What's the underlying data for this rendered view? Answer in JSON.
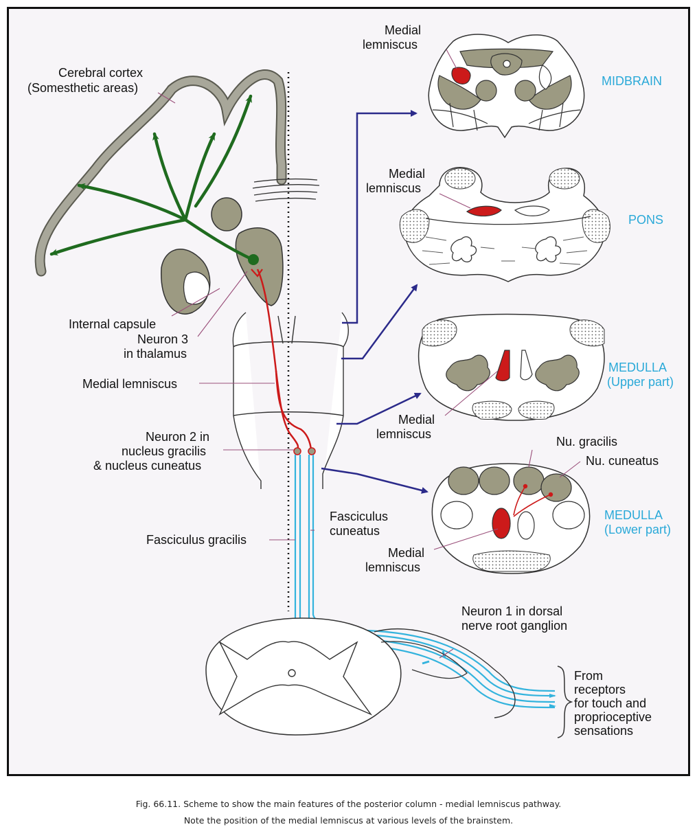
{
  "labels": {
    "cerebral_cortex": "Cerebral cortex",
    "somesthetic_areas": "(Somesthetic areas)",
    "internal_capsule": "Internal capsule",
    "neuron3_line1": "Neuron 3",
    "neuron3_line2": "in thalamus",
    "medial_lemniscus": "Medial lemniscus",
    "neuron2_line1": "Neuron 2 in",
    "neuron2_line2": "nucleus gracilis",
    "neuron2_line3": "& nucleus cuneatus",
    "fasciculus_gracilis": "Fasciculus gracilis",
    "fasciculus_cuneatus_line1": "Fasciculus",
    "fasciculus_cuneatus_line2": "cuneatus",
    "neuron1_line1": "Neuron 1 in dorsal",
    "neuron1_line2": "nerve root ganglion",
    "from_line1": "From",
    "from_line2": "receptors",
    "from_line3": "for touch and",
    "from_line4": "proprioceptive",
    "from_line5": "sensations",
    "ml_word1": "Medial",
    "ml_word2": "lemniscus",
    "nu_gracilis": "Nu. gracilis",
    "nu_cuneatus": "Nu. cuneatus"
  },
  "levels": {
    "midbrain": "MIDBRAIN",
    "pons": "PONS",
    "medulla_upper_1": "MEDULLA",
    "medulla_upper_2": "(Upper part)",
    "medulla_lower_1": "MEDULLA",
    "medulla_lower_2": "(Lower part)"
  },
  "caption": {
    "line1": "Fig. 66.11. Scheme to show the main features of the posterior column - medial lemniscus pathway.",
    "line2": "Note the position of the medial lemniscus at various levels of the brainstem."
  },
  "colors": {
    "pathway_red": "#cc1a1a",
    "dorsal_column_blue": "#33b3dd",
    "cortex_green": "#1f6b1f",
    "gray_matter": "#9c9a82",
    "level_label_cyan": "#2aa9d8",
    "arrow_navy": "#2b2a8a"
  }
}
